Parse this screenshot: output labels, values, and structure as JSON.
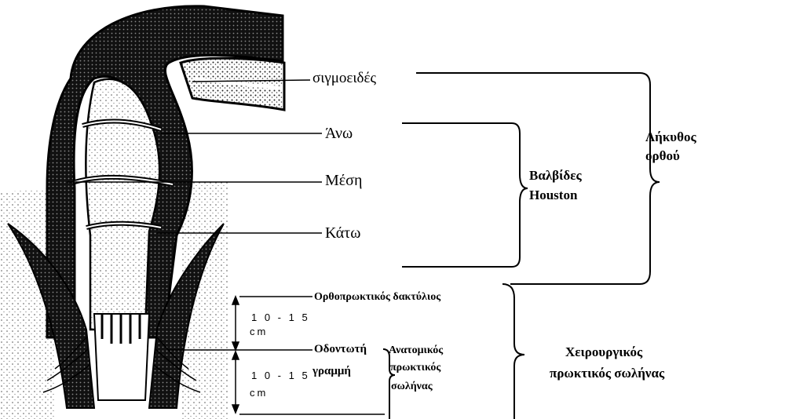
{
  "labels": {
    "sigmoid": "σιγμοειδές",
    "upper": "Άνω",
    "middle": "Μέση",
    "lower": "Κάτω",
    "houston_1": "Βαλβίδες",
    "houston_2": "Houston",
    "rectal_ampulla_1": "Λήκυθος",
    "rectal_ampulla_2": "ορθού",
    "anorectal_ring": "Ορθοπρωκτικός δακτύλιος",
    "dentate_1": "Οδοντωτή",
    "dentate_2": "γραμμή",
    "anatomical_1": "Ανατομικός",
    "anatomical_2": "πρωκτικός",
    "anatomical_3": "σωλήνας",
    "surgical_1": "Χειρουργικός",
    "surgical_2": "πρωκτικός σωλήνας",
    "measure_upper_1": "1 0 - 1 5",
    "measure_upper_2": "cm",
    "measure_lower_1": "1 0 - 1 5",
    "measure_lower_2": "cm"
  },
  "colors": {
    "ink": "#000000",
    "paper": "#ffffff",
    "tissue": "#1a1a1a",
    "stipple": "#6b6b6b"
  }
}
